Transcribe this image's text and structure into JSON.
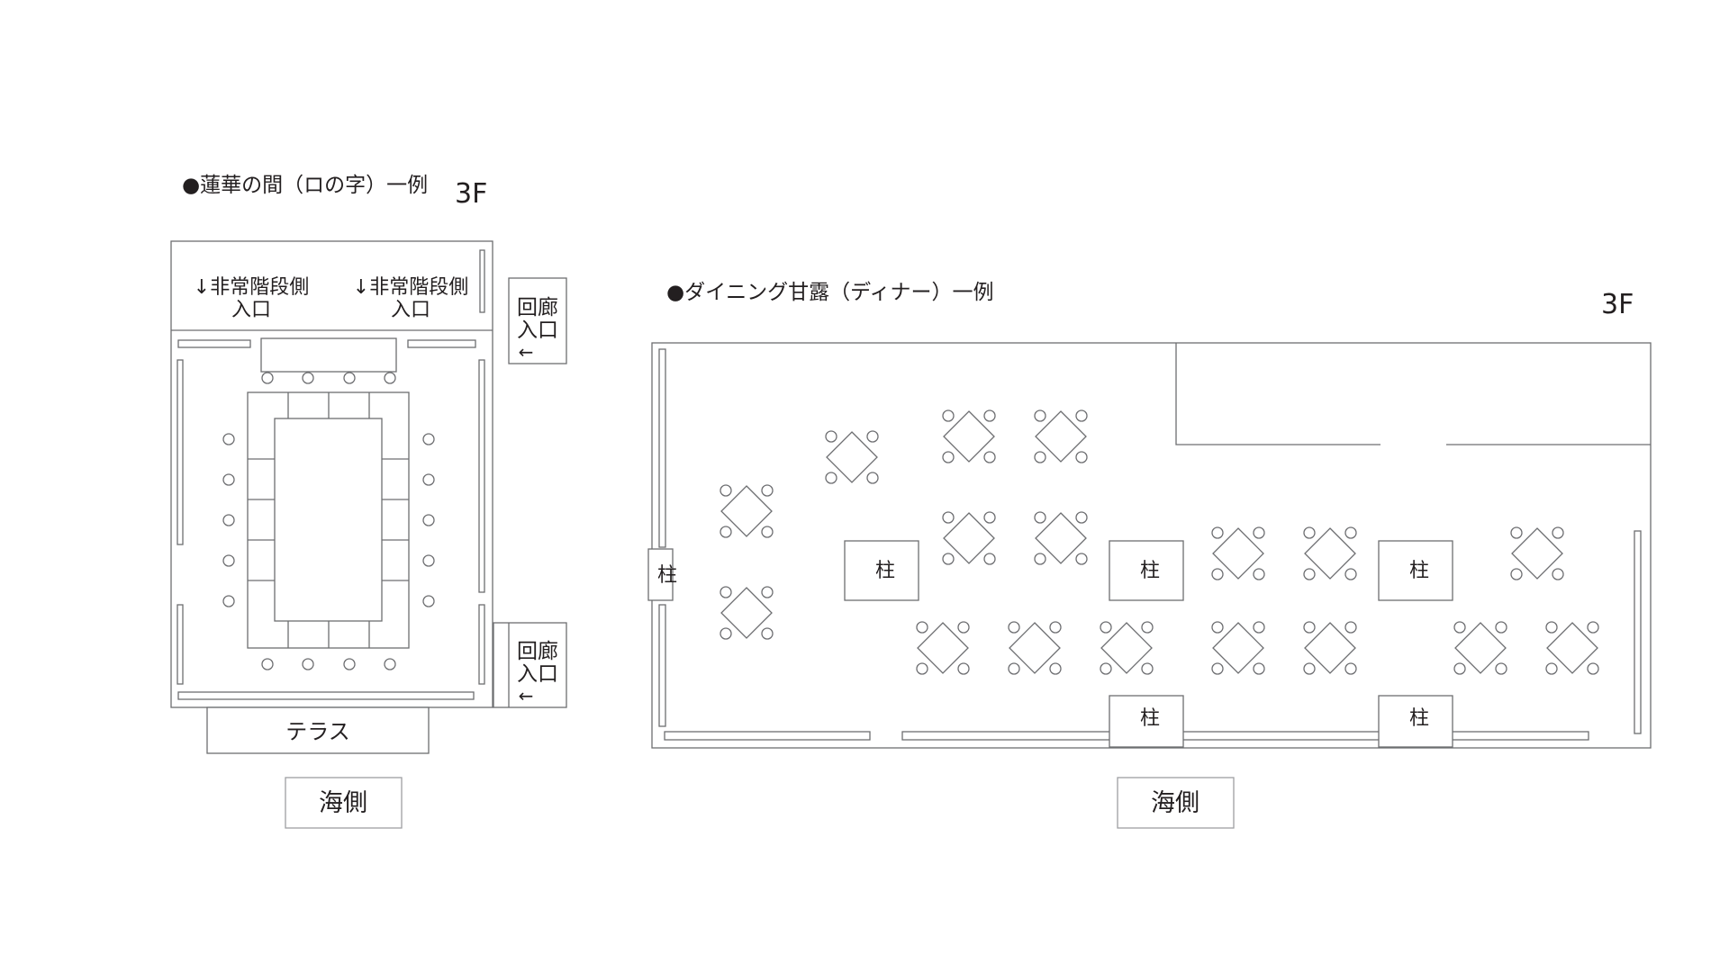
{
  "left_plan": {
    "title": "●蓮華の間（ロの字）一例",
    "floor": "3F",
    "emergency_left": [
      "↓非常階段側",
      "入口"
    ],
    "emergency_right": [
      "↓非常階段側",
      "入口"
    ],
    "corridor_top": [
      "回廊",
      "入口",
      "←"
    ],
    "corridor_bottom": [
      "回廊",
      "入口",
      "←"
    ],
    "terrace": "テラス",
    "sea_side": "海側"
  },
  "right_plan": {
    "title": "●ダイニング甘露（ディナー）一例",
    "floor": "3F",
    "pillar_label": "柱",
    "sea_side": "海側"
  }
}
